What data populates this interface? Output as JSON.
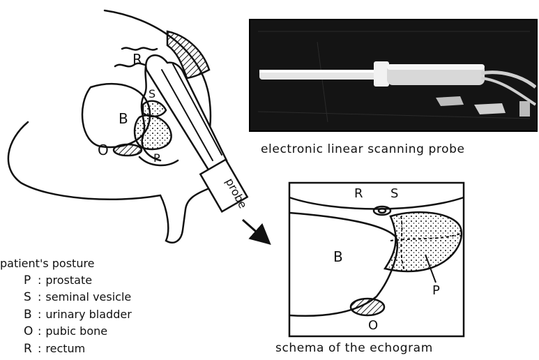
{
  "posture_diagram": {
    "labels": {
      "rectum": "R",
      "seminal": "S",
      "bladder": "B",
      "pubic": "O",
      "prostate": "P",
      "probe": "probe"
    }
  },
  "photo": {
    "caption": "electronic linear scanning probe"
  },
  "echogram": {
    "labels": {
      "rectum": "R",
      "seminal": "S",
      "bladder": "B",
      "prostate": "P",
      "pubic": "O"
    },
    "caption": "schema of the echogram"
  },
  "legend": {
    "title": "patient's posture",
    "separator": ":",
    "items": [
      {
        "key": "P",
        "desc": "prostate"
      },
      {
        "key": "S",
        "desc": "seminal vesicle"
      },
      {
        "key": "B",
        "desc": "urinary bladder"
      },
      {
        "key": "O",
        "desc": "pubic bone"
      },
      {
        "key": "R",
        "desc": "rectum"
      }
    ]
  }
}
